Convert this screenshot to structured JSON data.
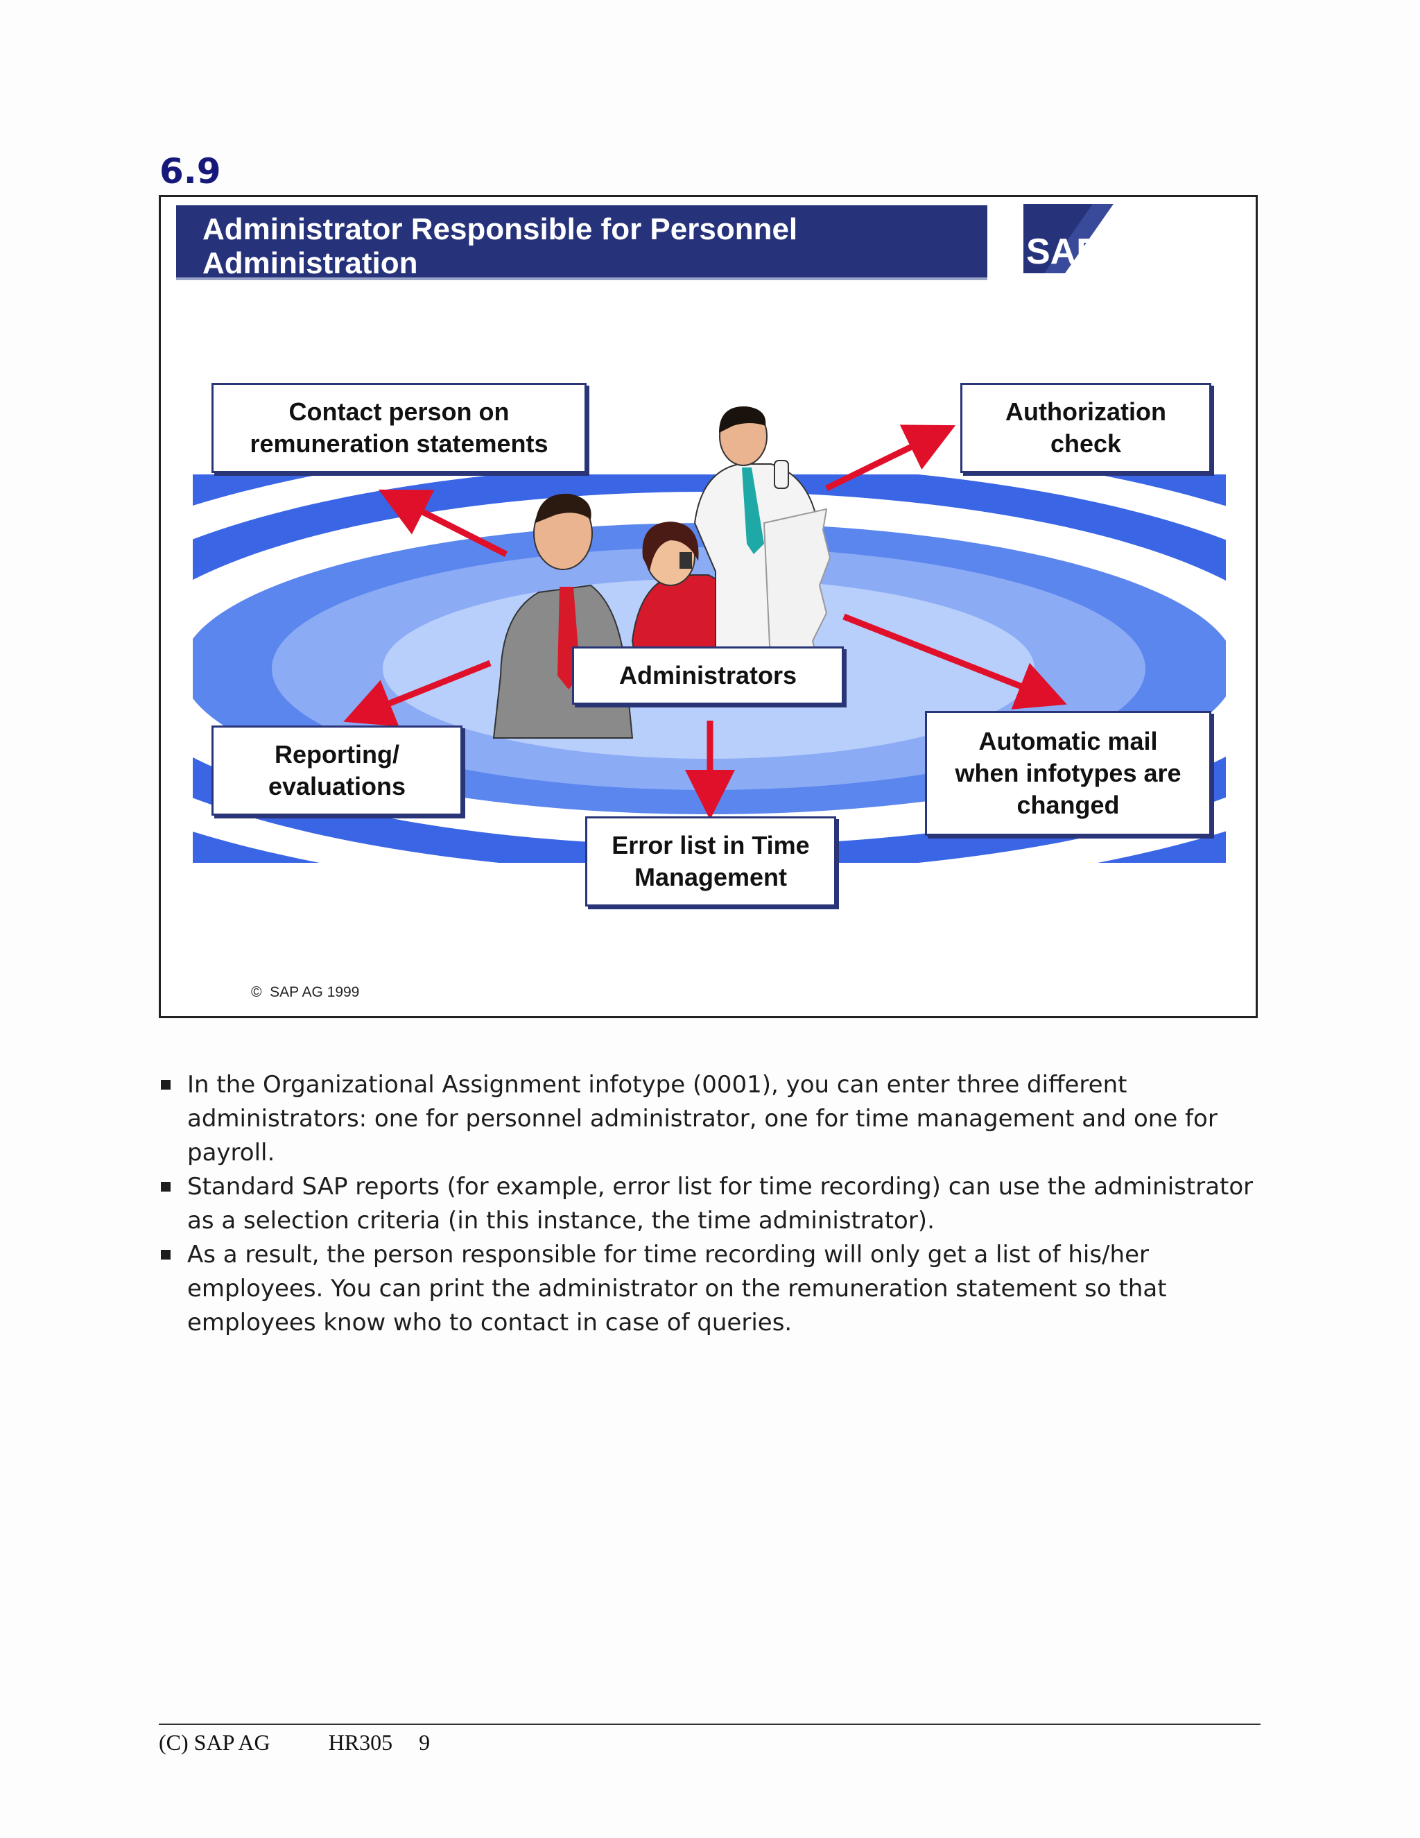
{
  "section_number": "6.9",
  "slide": {
    "title": "Administrator Responsible for Personnel Administration",
    "logo_text": "SAP",
    "copyright": "SAP AG 1999",
    "copyright_symbol": "©",
    "boxes": {
      "center": "Administrators",
      "top_left": "Contact person on\nremuneration statements",
      "top_right": "Authorization\ncheck",
      "bottom_left": "Reporting/\nevaluations",
      "bottom_center": "Error list in Time\nManagement",
      "bottom_right": "Automatic mail\nwhen infotypes are\nchanged"
    },
    "colors": {
      "banner": "#26327a",
      "ellipse_outer": "#3d68e8",
      "ellipse_inner": "#b7cffa",
      "arrow": "#e0102a"
    }
  },
  "bullets": [
    "In the Organizational Assignment infotype (0001), you can enter three different administrators: one for personnel administrator, one for time management and one for payroll.",
    "Standard SAP reports (for example, error list for time recording) can use the administrator as a selection criteria (in this instance, the time administrator).",
    "As a result, the person responsible for time recording will only get a list of his/her employees. You can print the administrator on the remuneration statement so that employees know who to contact in case of queries."
  ],
  "footer": {
    "owner": "(C) SAP AG",
    "course": "HR305",
    "page": "9"
  }
}
